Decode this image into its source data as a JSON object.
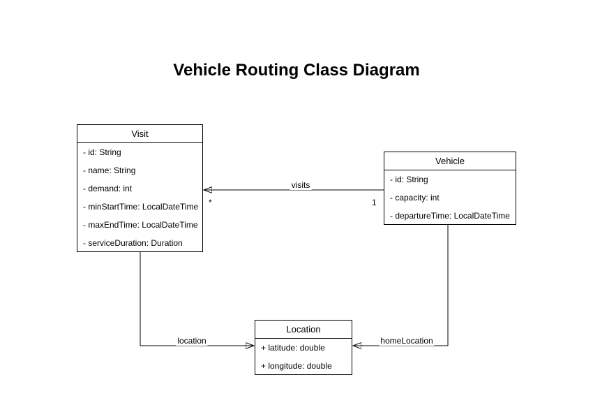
{
  "title": "Vehicle Routing Class Diagram",
  "classes": {
    "visit": {
      "name": "Visit",
      "attributes": [
        "- id: String",
        "- name: String",
        "- demand: int",
        "- minStartTime: LocalDateTime",
        "- maxEndTime: LocalDateTime",
        "- serviceDuration: Duration"
      ]
    },
    "vehicle": {
      "name": "Vehicle",
      "attributes": [
        "- id: String",
        "- capacity: int",
        "- departureTime: LocalDateTime"
      ]
    },
    "location": {
      "name": "Location",
      "attributes": [
        "+ latitude: double",
        "+ longitude: double"
      ]
    }
  },
  "associations": {
    "visits": {
      "label": "visits",
      "source": "Vehicle",
      "target": "Visit",
      "source_multiplicity": "1",
      "target_multiplicity": "*"
    },
    "location": {
      "label": "location",
      "source": "Visit",
      "target": "Location"
    },
    "home_location": {
      "label": "homeLocation",
      "source": "Vehicle",
      "target": "Location"
    }
  },
  "colors": {
    "background": "#ffffff",
    "line": "#000000",
    "box_fill": "#ffffff",
    "box_border": "#000000",
    "text": "#000000"
  }
}
